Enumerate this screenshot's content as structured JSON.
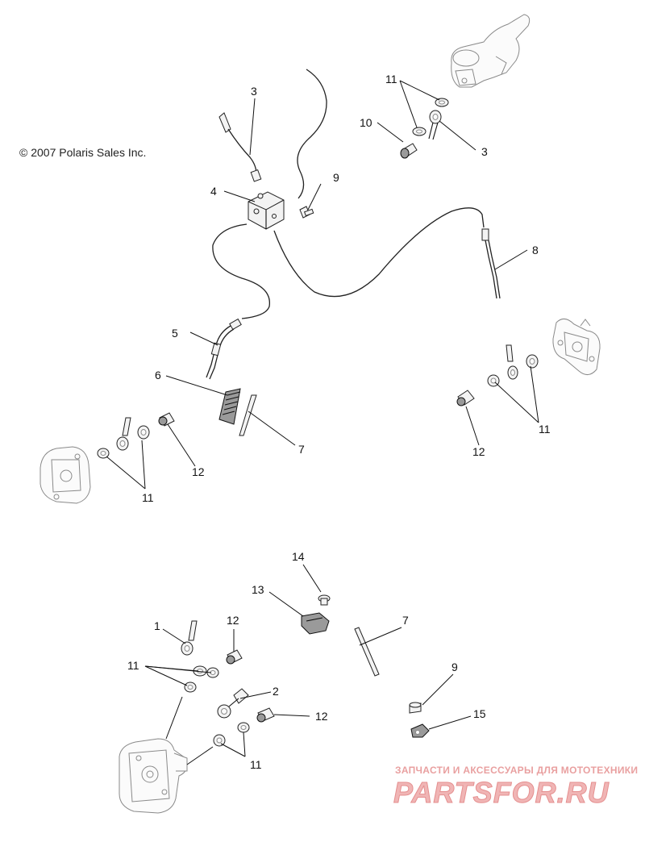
{
  "copyright": "© 2007 Polaris Sales Inc.",
  "callouts": {
    "c3a": "3",
    "c4": "4",
    "c9a": "9",
    "c11a": "11",
    "c10": "10",
    "c3b": "3",
    "c5": "5",
    "c6": "6",
    "c7a": "7",
    "c8": "8",
    "c11b": "11",
    "c12a": "12",
    "c11c": "11",
    "c12b": "12",
    "c14": "14",
    "c13": "13",
    "c7b": "7",
    "c1": "1",
    "c12c": "12",
    "c11d": "11",
    "c9b": "9",
    "c2": "2",
    "c12d": "12",
    "c15": "15",
    "c11e": "11"
  },
  "watermark": {
    "tagline": "ЗАПЧАСТИ И АКСЕССУАРЫ ДЛЯ МОТОТЕХНИКИ",
    "logo": "PARTSFOR.RU"
  }
}
